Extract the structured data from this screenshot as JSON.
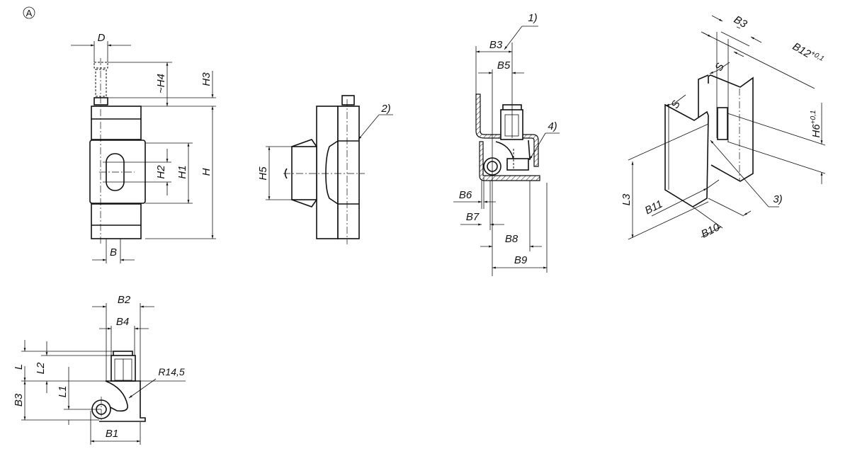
{
  "view_marker": "A",
  "view1": {
    "D": "D",
    "H4": "~H4",
    "H3": "H3",
    "H": "H",
    "H1": "H1",
    "H2": "H2",
    "B": "B"
  },
  "view2": {
    "H5": "H5",
    "note2": "2)"
  },
  "view3": {
    "note1": "1)",
    "B3": "B3",
    "B5": "B5",
    "note4": "4)",
    "B6": "B6",
    "B7": "B7",
    "B8": "B8",
    "B9": "B9"
  },
  "view4": {
    "B3": "B3",
    "B12": "B12",
    "B12_tol": "+0,1",
    "S_top": "S",
    "S_left": "S",
    "H6": "H6",
    "H6_tol": "+0,1",
    "L3": "L3",
    "B11": "B11",
    "B10": "B10",
    "note3": "3)"
  },
  "view5": {
    "B2": "B2",
    "B4": "B4",
    "L": "L",
    "L2": "L2",
    "L1": "L1",
    "B3": "B3",
    "B1": "B1",
    "R": "R14,5"
  }
}
